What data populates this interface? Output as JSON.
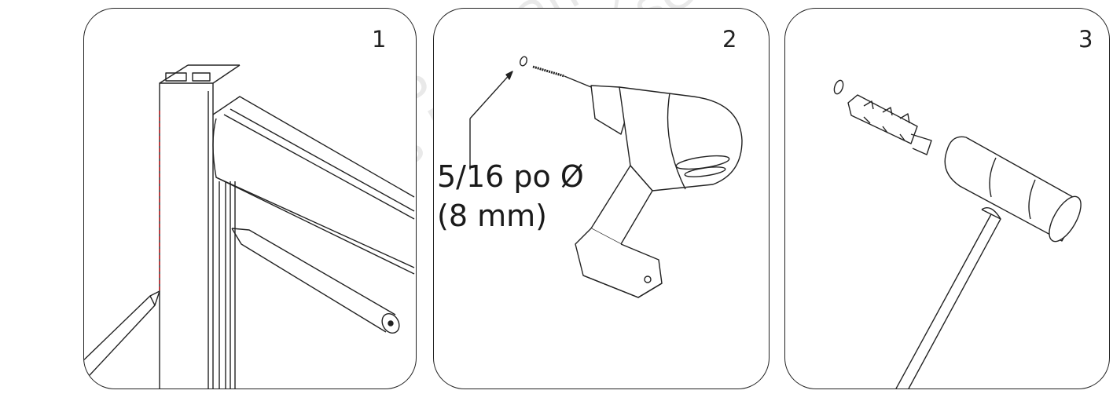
{
  "steps": [
    {
      "number": "1",
      "illustration": "pencil-marking-frame"
    },
    {
      "number": "2",
      "illustration": "drill-hole"
    },
    {
      "number": "3",
      "illustration": "hammer-wall-anchor"
    }
  ],
  "drill_size": {
    "line1": "5/16 po Ø",
    "line2": "(8 mm)"
  },
  "watermark": {
    "line1": "©2018 DreamLine",
    "line2": "Tous Droits Réservés"
  },
  "colors": {
    "outline": "#222222",
    "mark_line": "#c0282d",
    "watermark": "#e9e9e9"
  }
}
